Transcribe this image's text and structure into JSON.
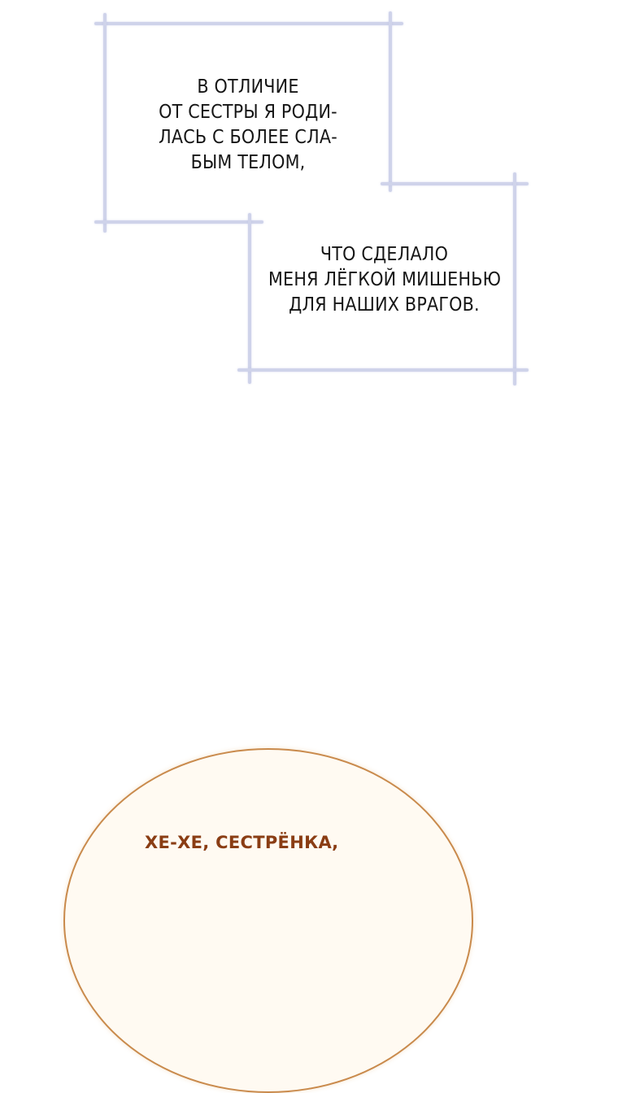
{
  "narration_box_1": {
    "lines": [
      "В ОТЛИЧИЕ",
      "ОТ СЕСТРЫ Я РОДИ-",
      "ЛАСЬ С БОЛЕЕ СЛА-",
      "БЫМ ТЕЛОМ,"
    ]
  },
  "narration_box_2": {
    "lines": [
      "ЧТО СДЕЛАЛО",
      "МЕНЯ ЛЁГКОЙ МИШЕНЬЮ",
      "ДЛЯ НАШИХ ВРАГОВ."
    ]
  },
  "speech_bubble": {
    "text": "ХЕ-ХЕ, СЕСТРЁНКА,"
  },
  "colors": {
    "frame_line": "#cfd3ea",
    "caption_text": "#151515",
    "bubble_border": "#c98a4c",
    "bubble_fill": "#fffaf2",
    "bubble_text": "#8a3d14"
  }
}
